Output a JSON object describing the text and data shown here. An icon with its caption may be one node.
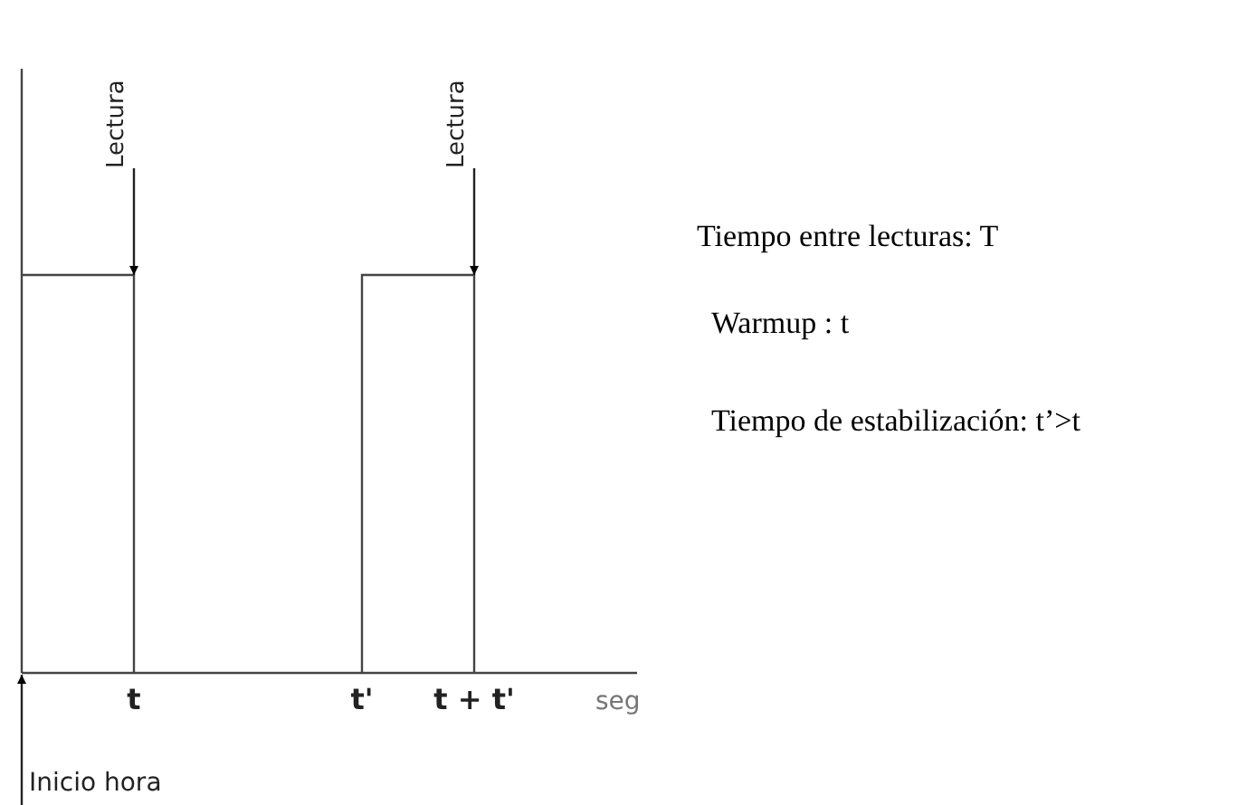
{
  "diagram": {
    "nodes": [
      {
        "text": [
          "Lectura"
        ]
      },
      {
        "text": [
          "Lectura"
        ]
      },
      {
        "text": [
          "Inicio hora"
        ]
      }
    ],
    "edges": [
      {
        "from": 0,
        "to": null,
        "arrow": "to"
      },
      {
        "from": 1,
        "to": null,
        "arrow": "to"
      },
      {
        "from": 2,
        "to": null,
        "arrow": "to"
      }
    ],
    "labels": [
      "t",
      "t'",
      "t + t'",
      "seg",
      "Tiempo entre lecturas: T",
      "Warmup : t",
      "Tiempo de estabilización: t’>t"
    ]
  }
}
